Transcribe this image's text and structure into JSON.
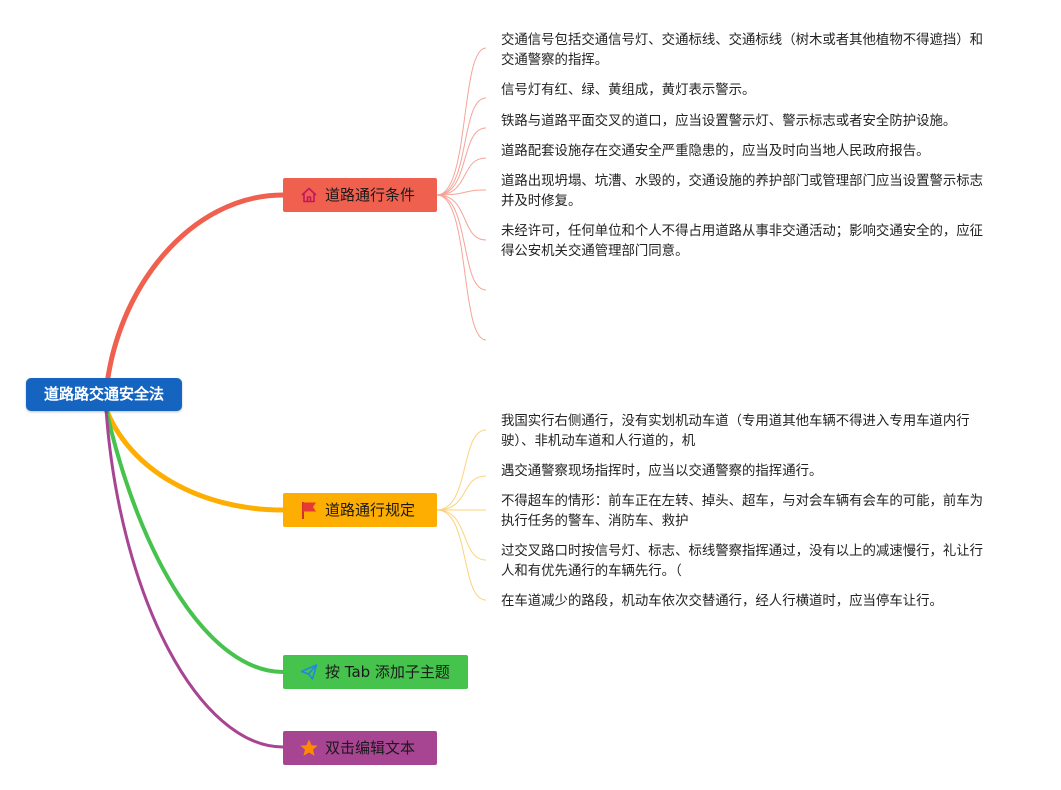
{
  "root": {
    "title": "道路路交通安全法"
  },
  "colors": {
    "root": "#1565c0",
    "branch1": "#f0604f",
    "branch2": "#fdae00",
    "branch3": "#46c34c",
    "branch4": "#a84592",
    "leaf_line1": "#f5a499",
    "leaf_line2": "#fdd27a"
  },
  "branches": [
    {
      "label": "道路通行条件",
      "icon": "home-icon",
      "children": [
        "交通信号包括交通信号灯、交通标线、交通标线（树木或者其他植物不得遮挡）和交通警察的指挥。",
        "信号灯有红、绿、黄组成，黄灯表示警示。",
        "铁路与道路平面交叉的道口，应当设置警示灯、警示标志或者安全防护设施。",
        "道路配套设施存在交通安全严重隐患的，应当及时向当地人民政府报告。",
        "道路出现坍塌、坑漕、水毁的，交通设施的养护部门或管理部门应当设置警示标志并及时修复。",
        "未经许可，任何单位和个人不得占用道路从事非交通活动；影响交通安全的，应征得公安机关交通管理部门同意。"
      ]
    },
    {
      "label": "道路通行规定",
      "icon": "flag-icon",
      "children": [
        "我国实行右侧通行，没有实划机动车道（专用道其他车辆不得进入专用车道内行驶）、非机动车道和人行道的，机",
        "遇交通警察现场指挥时，应当以交通警察的指挥通行。",
        "不得超车的情形：前车正在左转、掉头、超车，与对会车辆有会车的可能，前车为执行任务的警车、消防车、救护",
        "过交叉路口时按信号灯、标志、标线警察指挥通过，没有以上的减速慢行，礼让行人和有优先通行的车辆先行。（",
        "在车道减少的路段，机动车依次交替通行，经人行横道时，应当停车让行。"
      ]
    },
    {
      "label": "按 Tab 添加子主题",
      "icon": "paper-plane-icon"
    },
    {
      "label": "双击编辑文本",
      "icon": "star-icon"
    }
  ]
}
